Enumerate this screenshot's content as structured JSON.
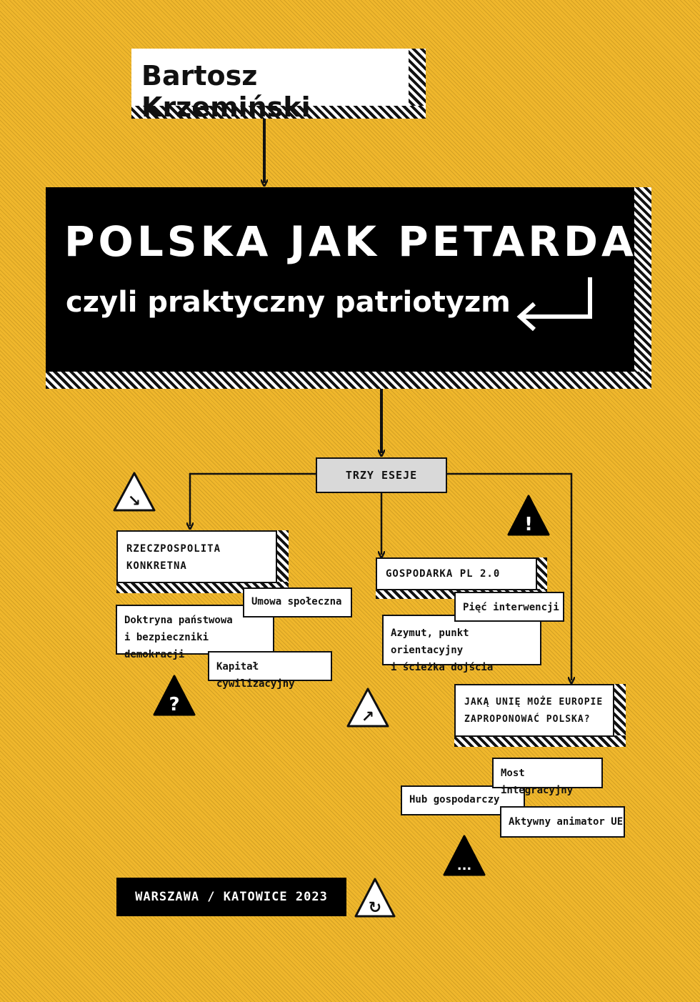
{
  "author": "Bartosz Krzemiński",
  "title": "POLSKA JAK PETARDA",
  "subtitle": "czyli praktyczny patriotyzm",
  "root": "TRZY ESEJE",
  "essays": [
    {
      "title": "RZECZPOSPOLITA\nKONKRETNA",
      "tags": [
        "Umowa społeczna",
        "Doktryna państwowa\ni bezpieczniki demokracji",
        "Kapitał cywilizacyjny"
      ]
    },
    {
      "title": "GOSPODARKA PL 2.0",
      "tags": [
        "Pięć interwencji",
        "Azymut, punkt orientacyjny\ni ścieżka dojścia"
      ]
    },
    {
      "title": "JAKĄ UNIĘ MOŻE EUROPIE\nZAPROPONOWAĆ POLSKA?",
      "tags": [
        "Most integracyjny",
        "Hub gospodarczy",
        "Aktywny animator UE"
      ]
    }
  ],
  "publisher": "WARSZAWA / KATOWICE 2023",
  "signs": {
    "exclamation": "!",
    "question": "?",
    "ellipsis": "...",
    "diag_down": "↘",
    "diag_up": "↗",
    "refresh": "↻"
  },
  "colors": {
    "background": "#f0b72c",
    "black": "#000000",
    "white": "#ffffff",
    "root_box": "#d9d9d9"
  }
}
